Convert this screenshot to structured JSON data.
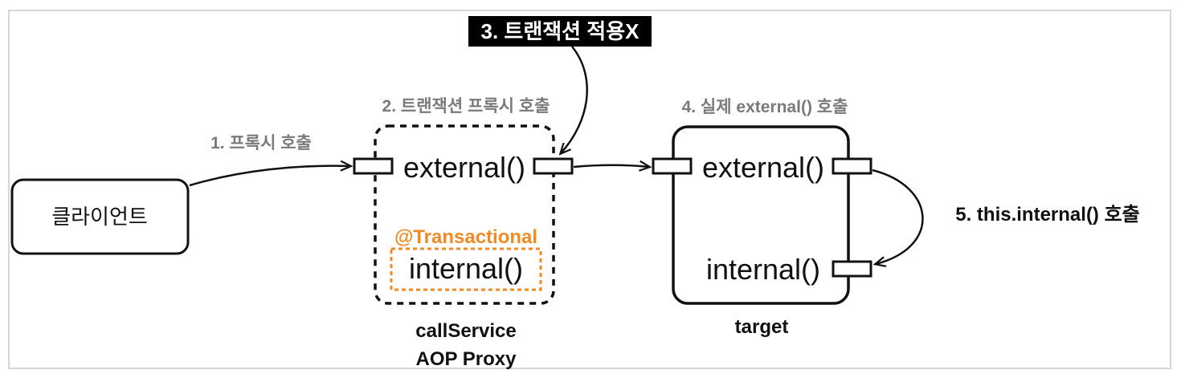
{
  "nodes": {
    "client": "클라이언트",
    "proxy_external": "external()",
    "proxy_annotation": "@Transactional",
    "proxy_internal": "internal()",
    "proxy_caption_line1": "callService",
    "proxy_caption_line2": "AOP Proxy",
    "target_external": "external()",
    "target_internal": "internal()",
    "target_caption": "target"
  },
  "steps": {
    "step1": "1. 프록시 호출",
    "step2": "2. 트랜잭션 프록시 호출",
    "step3": "3. 트랜잭션 적용X",
    "step4": "4. 실제 external() 호출",
    "step5": "5. this.internal() 호출"
  },
  "colors": {
    "accent": "#f08a24",
    "step_label": "#7a7a7a",
    "callout_bg": "#000000",
    "callout_text": "#ffffff"
  }
}
